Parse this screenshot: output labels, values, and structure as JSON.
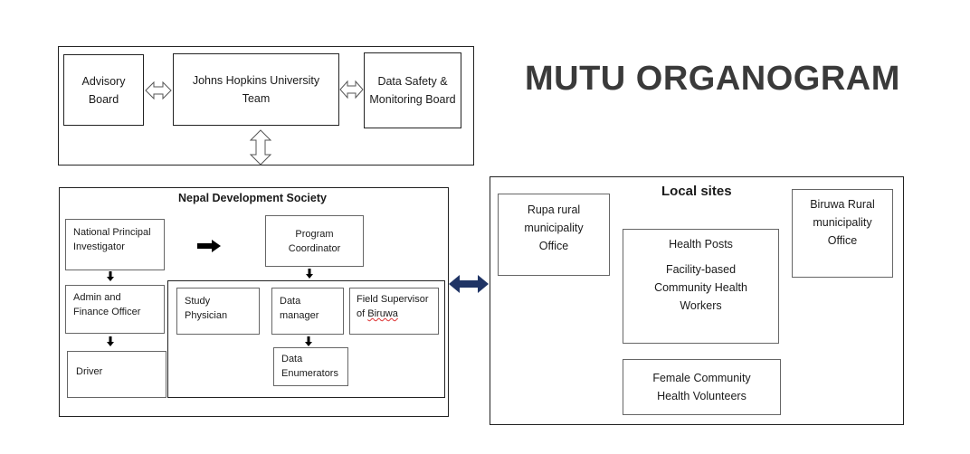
{
  "title": "MUTU ORGANOGRAM",
  "top": {
    "advisory_board": "Advisory Board",
    "jhu_team": "Johns Hopkins University Team",
    "dsmb": "Data Safety & Monitoring Board"
  },
  "nds": {
    "heading": "Nepal Development Society",
    "npi": "National Principal Investigator",
    "admin": "Admin and Finance Officer",
    "driver": "Driver",
    "program_coordinator": "Program Coordinator",
    "study_physician": "Study Physician",
    "data_manager": "Data manager",
    "field_supervisor": "Field Supervisor of",
    "field_supervisor_place": "Biruwa",
    "data_enumerators": "Data Enumerators"
  },
  "local": {
    "heading": "Local sites",
    "rupa": "Rupa rural municipality Office",
    "biruwa": "Biruwa Rural municipality Office",
    "health_posts": "Health Posts",
    "chw": "Facility-based Community Health Workers",
    "fchv": "Female Community Health Volunteers"
  }
}
